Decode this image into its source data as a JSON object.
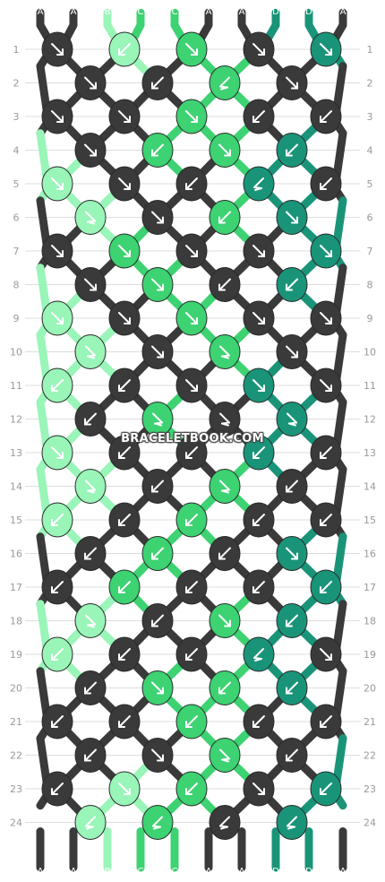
{
  "colors": {
    "A": "#3a3a3a",
    "B": "#99f5b8",
    "C": "#3dd272",
    "D": "#1a9478"
  },
  "strings_top": [
    "A",
    "A",
    "B",
    "C",
    "C",
    "A",
    "A",
    "D",
    "D",
    "A"
  ],
  "strings_bottom": [
    "A",
    "A",
    "B",
    "C",
    "C",
    "A",
    "A",
    "D",
    "D",
    "A"
  ],
  "row_numbers": [
    "1",
    "2",
    "3",
    "4",
    "5",
    "6",
    "7",
    "8",
    "9",
    "10",
    "11",
    "12",
    "13",
    "14",
    "15",
    "16",
    "17",
    "18",
    "19",
    "20",
    "21",
    "22",
    "23",
    "24"
  ],
  "watermark": "BRACELETBOOK.COM",
  "knot_rows": [
    [
      {
        "c": "A",
        "d": "dr"
      },
      {
        "c": "B",
        "d": "dl"
      },
      {
        "c": "C",
        "d": "dr"
      },
      {
        "c": "A",
        "d": "dr"
      },
      {
        "c": "D",
        "d": "dr"
      }
    ],
    [
      {
        "c": "A",
        "d": "dr"
      },
      {
        "c": "A",
        "d": "dl"
      },
      {
        "c": "C",
        "d": "rl"
      },
      {
        "c": "A",
        "d": "dr"
      }
    ],
    [
      {
        "c": "A",
        "d": "dr"
      },
      {
        "c": "A",
        "d": "dr"
      },
      {
        "c": "C",
        "d": "dr"
      },
      {
        "c": "A",
        "d": "dl"
      },
      {
        "c": "A",
        "d": "dl"
      }
    ],
    [
      {
        "c": "A",
        "d": "dr"
      },
      {
        "c": "C",
        "d": "dl"
      },
      {
        "c": "C",
        "d": "dr"
      },
      {
        "c": "D",
        "d": "dl"
      }
    ],
    [
      {
        "c": "B",
        "d": "dr"
      },
      {
        "c": "A",
        "d": "dr"
      },
      {
        "c": "A",
        "d": "dl"
      },
      {
        "c": "D",
        "d": "rl"
      },
      {
        "c": "A",
        "d": "dl"
      }
    ],
    [
      {
        "c": "B",
        "d": "rr"
      },
      {
        "c": "A",
        "d": "dr"
      },
      {
        "c": "C",
        "d": "dl"
      },
      {
        "c": "D",
        "d": "dr"
      }
    ],
    [
      {
        "c": "A",
        "d": "dr"
      },
      {
        "c": "C",
        "d": "dr"
      },
      {
        "c": "A",
        "d": "dr"
      },
      {
        "c": "A",
        "d": "dr"
      },
      {
        "c": "D",
        "d": "dr"
      }
    ],
    [
      {
        "c": "A",
        "d": "dr"
      },
      {
        "c": "C",
        "d": "dr"
      },
      {
        "c": "A",
        "d": "dl"
      },
      {
        "c": "D",
        "d": "dl"
      }
    ],
    [
      {
        "c": "B",
        "d": "dr"
      },
      {
        "c": "A",
        "d": "dr"
      },
      {
        "c": "C",
        "d": "dr"
      },
      {
        "c": "A",
        "d": "dr"
      },
      {
        "c": "A",
        "d": "dr"
      }
    ],
    [
      {
        "c": "B",
        "d": "rr"
      },
      {
        "c": "A",
        "d": "dr"
      },
      {
        "c": "C",
        "d": "rr"
      },
      {
        "c": "A",
        "d": "dr"
      }
    ],
    [
      {
        "c": "B",
        "d": "dl"
      },
      {
        "c": "A",
        "d": "dl"
      },
      {
        "c": "A",
        "d": "dr"
      },
      {
        "c": "D",
        "d": "dr"
      },
      {
        "c": "A",
        "d": "dr"
      }
    ],
    [
      {
        "c": "A",
        "d": "dl"
      },
      {
        "c": "C",
        "d": "rr"
      },
      {
        "c": "A",
        "d": "rr"
      },
      {
        "c": "D",
        "d": "rr"
      }
    ],
    [
      {
        "c": "B",
        "d": "dr"
      },
      {
        "c": "A",
        "d": "dl"
      },
      {
        "c": "A",
        "d": "dl"
      },
      {
        "c": "D",
        "d": "dl"
      },
      {
        "c": "A",
        "d": "dl"
      }
    ],
    [
      {
        "c": "B",
        "d": "rr"
      },
      {
        "c": "A",
        "d": "dl"
      },
      {
        "c": "C",
        "d": "rr"
      },
      {
        "c": "A",
        "d": "dl"
      }
    ],
    [
      {
        "c": "B",
        "d": "dl"
      },
      {
        "c": "A",
        "d": "dl"
      },
      {
        "c": "C",
        "d": "dl"
      },
      {
        "c": "A",
        "d": "dl"
      },
      {
        "c": "A",
        "d": "dl"
      }
    ],
    [
      {
        "c": "A",
        "d": "dl"
      },
      {
        "c": "C",
        "d": "dl"
      },
      {
        "c": "A",
        "d": "dl"
      },
      {
        "c": "D",
        "d": "dr"
      }
    ],
    [
      {
        "c": "A",
        "d": "dl"
      },
      {
        "c": "C",
        "d": "dl"
      },
      {
        "c": "A",
        "d": "dl"
      },
      {
        "c": "A",
        "d": "dl"
      },
      {
        "c": "D",
        "d": "dl"
      }
    ],
    [
      {
        "c": "B",
        "d": "rr"
      },
      {
        "c": "A",
        "d": "dl"
      },
      {
        "c": "C",
        "d": "dr"
      },
      {
        "c": "D",
        "d": "dl"
      }
    ],
    [
      {
        "c": "B",
        "d": "dl"
      },
      {
        "c": "A",
        "d": "dl"
      },
      {
        "c": "A",
        "d": "dl"
      },
      {
        "c": "D",
        "d": "rl"
      },
      {
        "c": "A",
        "d": "dr"
      }
    ],
    [
      {
        "c": "A",
        "d": "dl"
      },
      {
        "c": "C",
        "d": "dr"
      },
      {
        "c": "C",
        "d": "dl"
      },
      {
        "c": "D",
        "d": "dl"
      }
    ],
    [
      {
        "c": "A",
        "d": "dl"
      },
      {
        "c": "A",
        "d": "dl"
      },
      {
        "c": "C",
        "d": "dl"
      },
      {
        "c": "A",
        "d": "dl"
      },
      {
        "c": "A",
        "d": "dl"
      }
    ],
    [
      {
        "c": "A",
        "d": "dl"
      },
      {
        "c": "A",
        "d": "dr"
      },
      {
        "c": "C",
        "d": "rr"
      },
      {
        "c": "A",
        "d": "dl"
      }
    ],
    [
      {
        "c": "A",
        "d": "dl"
      },
      {
        "c": "B",
        "d": "dr"
      },
      {
        "c": "C",
        "d": "dl"
      },
      {
        "c": "A",
        "d": "dr"
      },
      {
        "c": "D",
        "d": "dl"
      }
    ],
    [
      {
        "c": "B",
        "d": "rl"
      },
      {
        "c": "C",
        "d": "rl"
      },
      {
        "c": "A",
        "d": "rl"
      },
      {
        "c": "D",
        "d": "rl"
      }
    ]
  ]
}
